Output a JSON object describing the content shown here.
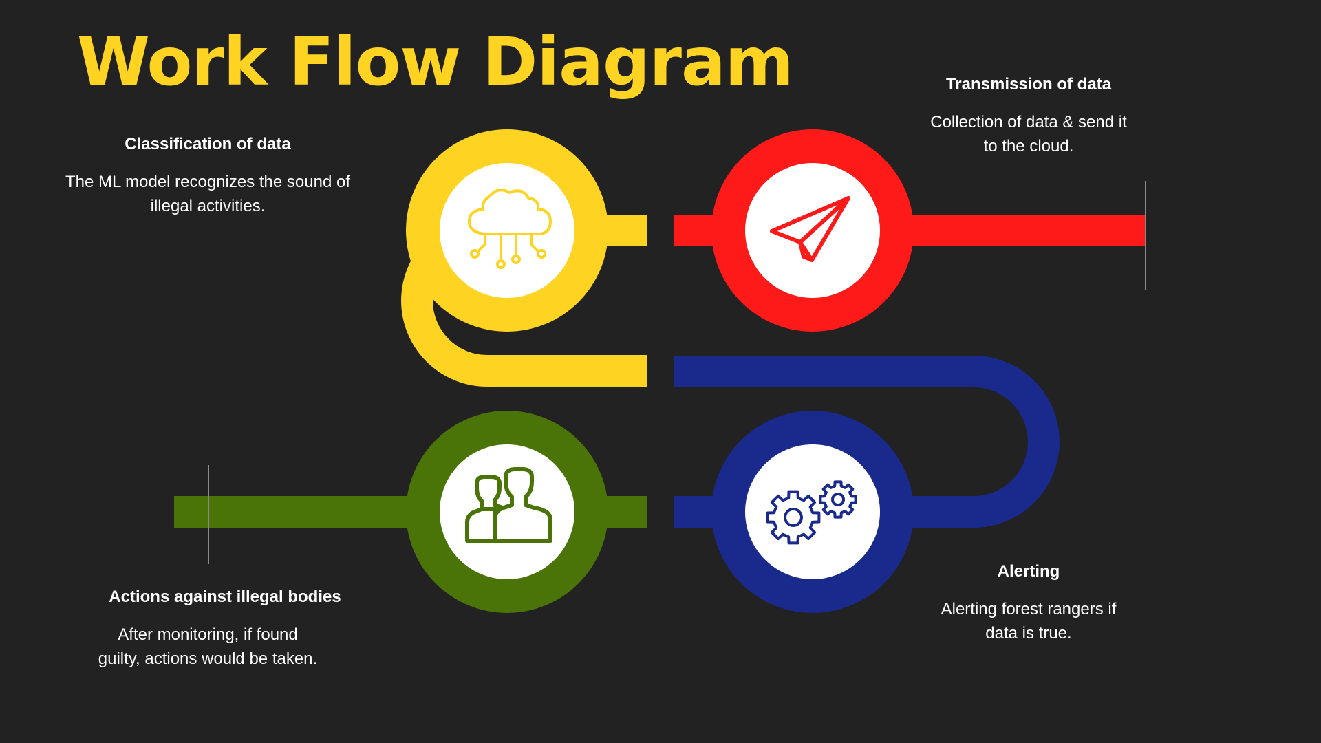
{
  "title": "Work Flow Diagram",
  "colors": {
    "background": "#222222",
    "title": "#ffd321",
    "step1": "#ffd321",
    "step2": "#ff1a1a",
    "step3": "#1a2a8c",
    "step4": "#4a7308",
    "icon_background": "#ffffff",
    "text": "#ffffff"
  },
  "steps": [
    {
      "heading": "Classification of data",
      "description": "The ML model recognizes the sound of illegal activities.",
      "icon": "cloud-network-icon",
      "color": "#ffd321"
    },
    {
      "heading": "Transmission of data",
      "description": "Collection of data & send it to the cloud.",
      "icon": "paper-plane-icon",
      "color": "#ff1a1a"
    },
    {
      "heading": "Alerting",
      "description": "Alerting forest rangers if data is true.",
      "icon": "gears-icon",
      "color": "#1a2a8c"
    },
    {
      "heading": "Actions against illegal bodies",
      "description": "After monitoring, if found guilty, actions would be taken.",
      "icon": "people-icon",
      "color": "#4a7308"
    }
  ]
}
